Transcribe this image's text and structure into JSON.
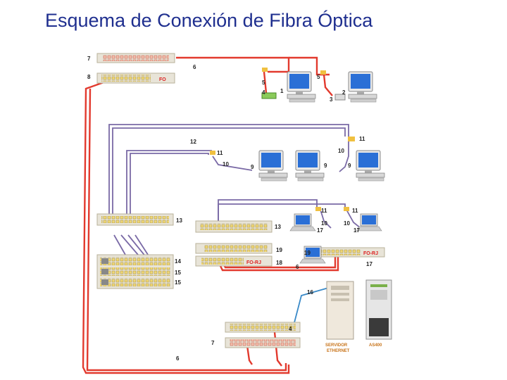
{
  "title": "Esquema de Conexión de Fibra Óptica",
  "tags": {
    "fo_top": "FO",
    "fo_rj_mid": "FO-RJ",
    "fo_rj_right": "FO-RJ"
  },
  "servers": {
    "ethernet_line1": "SERVIDOR",
    "ethernet_line2": "ETHERNET",
    "as400": "AS400"
  },
  "labels": {
    "n1": "1",
    "n2": "2",
    "n3": "3",
    "n4": "4",
    "n4b": "4",
    "n5": "5",
    "n5b": "5",
    "n6a": "6",
    "n6b": "6",
    "n6c": "6",
    "n7a": "7",
    "n7b": "7",
    "n8": "8",
    "n9a": "9",
    "n9b": "9",
    "n9c": "9",
    "n10a": "10",
    "n10b": "10",
    "n10c": "10",
    "n10d": "10",
    "n11a": "11",
    "n11b": "11",
    "n11c": "11",
    "n11d": "11",
    "n12": "12",
    "n13a": "13",
    "n13b": "13",
    "n14": "14",
    "n15a": "15",
    "n15b": "15",
    "n16": "16",
    "n17a": "17",
    "n17b": "17",
    "n17c": "17",
    "n18": "18",
    "n19a": "19",
    "n19b": "19"
  },
  "colors": {
    "title": "#1f2f8f",
    "fiber_red": "#e23a2e",
    "utp_purple": "#7a6aa6",
    "utp_blue": "#3a8ac8",
    "panel": "#e8e4d8",
    "panel_edge": "#b8b29a",
    "port_yellow": "#f0d878"
  }
}
